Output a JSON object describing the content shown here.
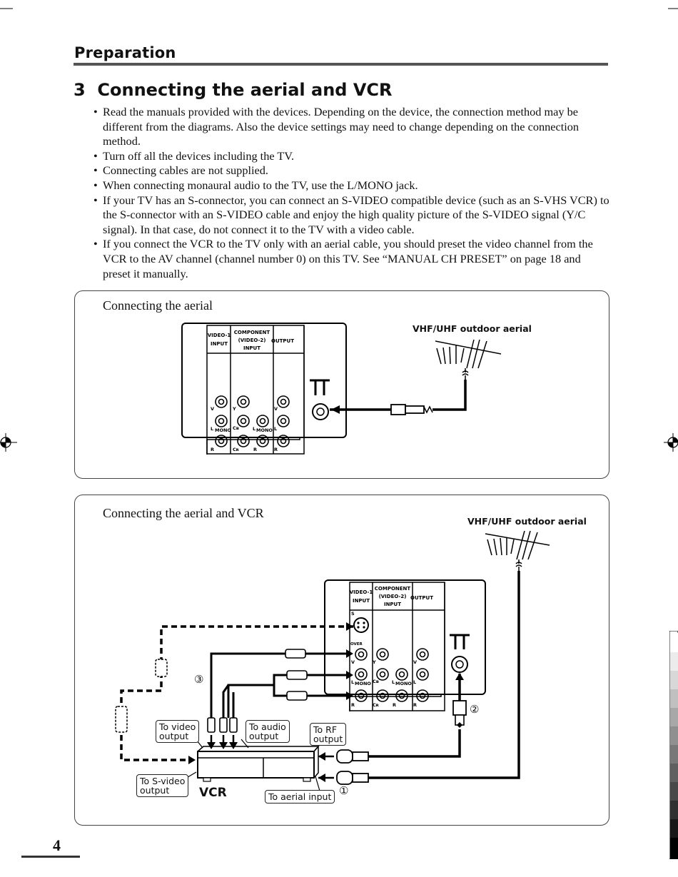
{
  "section": "Preparation",
  "title": "3  Connecting the aerial and VCR",
  "bullets": [
    "Read the manuals provided with the devices. Depending on the device, the connection method may be different from the diagrams. Also the device settings may need to change depending on the connection method.",
    "Turn off all the devices including the TV.",
    "Connecting cables are not supplied.",
    "When connecting monaural audio to the TV, use the L/MONO jack.",
    "If your TV has an S-connector, you can connect an S-VIDEO compatible device (such as an S-VHS VCR) to the S-connector with an S-VIDEO cable and enjoy the high quality picture of the S-VIDEO signal (Y/C signal). In that case, do not connect it to the TV with a video cable.",
    "If you connect the VCR to the TV only with an aerial cable, you should preset the video channel from the VCR to the AV channel (channel number 0) on this TV. See “MANUAL CH PRESET” on page 18 and preset it manually."
  ],
  "diagram1": {
    "label": "Connecting the aerial",
    "aerial_label": "VHF/UHF outdoor aerial"
  },
  "diagram2": {
    "label": "Connecting the aerial and VCR",
    "aerial_label": "VHF/UHF outdoor aerial",
    "callouts": {
      "video_out": "To video\noutput",
      "audio_out": "To audio\noutput",
      "rf_out": "To RF\noutput",
      "svideo_out": "To S-video\noutput",
      "aerial_in": "To aerial input"
    },
    "vcr_label": "VCR",
    "nums": [
      "①",
      "②",
      "③"
    ]
  },
  "panel": {
    "video1": [
      "VIDEO-1",
      "INPUT"
    ],
    "component": [
      "COMPONENT",
      "(VIDEO-2)",
      "INPUT"
    ],
    "output": "OUTPUT",
    "jack_labels": {
      "v": "V",
      "l": "L",
      "mono": "MONO",
      "r": "R",
      "y": "Y",
      "cb": "Cʙ",
      "cr": "Cʀ",
      "s": "S",
      "over": "OVER"
    }
  },
  "page_number": "4"
}
